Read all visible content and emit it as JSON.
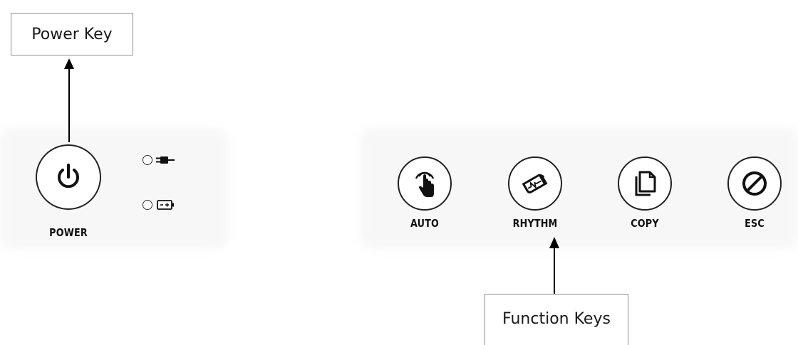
{
  "callouts": {
    "power": "Power Key",
    "function": "Function Keys"
  },
  "power_panel": {
    "power_key": {
      "label": "POWER",
      "icon": "power-icon"
    },
    "indicators": [
      {
        "name": "ac-power-indicator",
        "icon": "plug-icon"
      },
      {
        "name": "battery-indicator",
        "icon": "battery-icon"
      }
    ]
  },
  "function_panel": {
    "keys": [
      {
        "label": "AUTO",
        "icon": "touch-hand-icon"
      },
      {
        "label": "RHYTHM",
        "icon": "rhythm-strip-icon"
      },
      {
        "label": "COPY",
        "icon": "copy-pages-icon"
      },
      {
        "label": "ESC",
        "icon": "cancel-icon"
      }
    ]
  },
  "colors": {
    "outline": "#222222",
    "callout_border": "#8c8c8c",
    "background": "#ffffff"
  }
}
